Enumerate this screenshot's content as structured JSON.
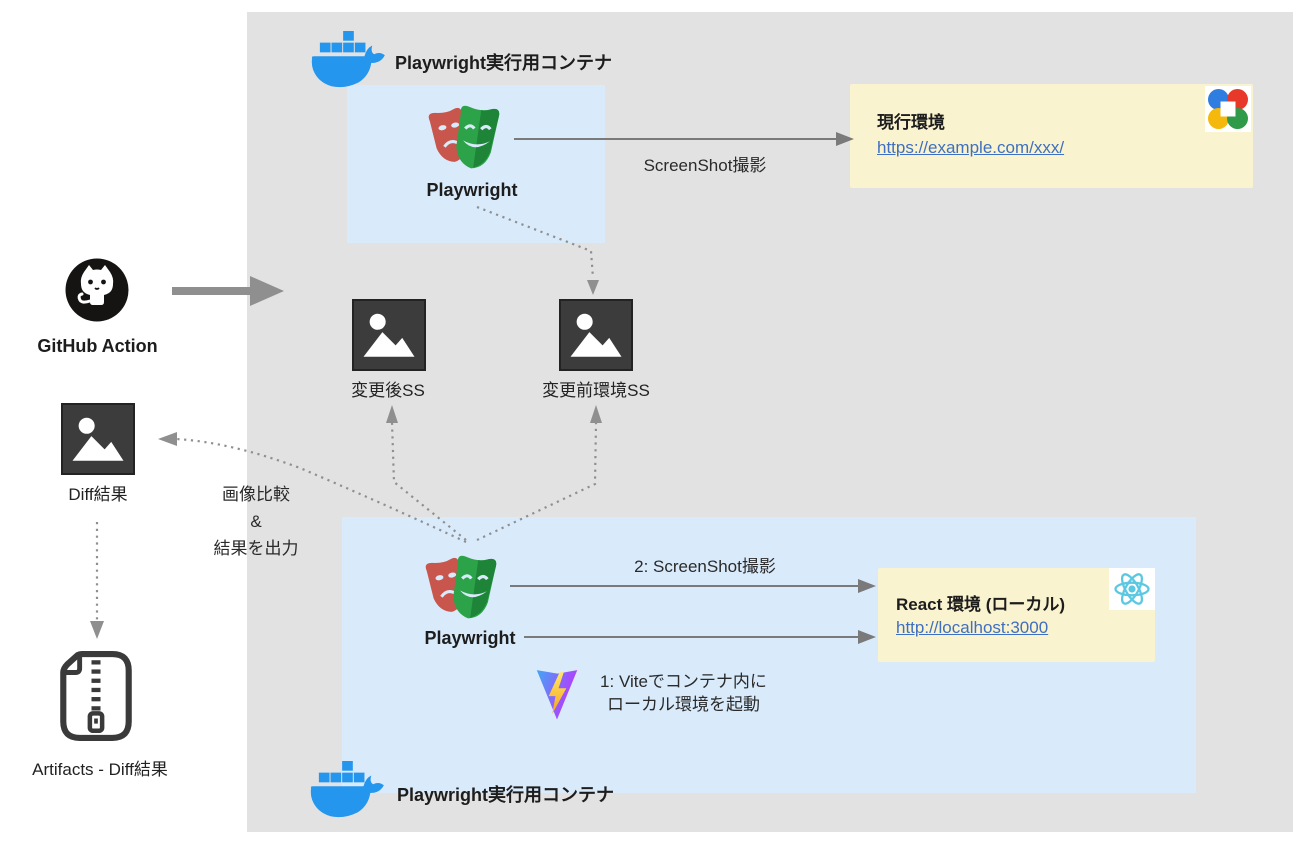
{
  "colors": {
    "canvasbg": "#e2e2e2",
    "containerbg": "#d9eafb",
    "envbg": "#faf3d0",
    "link": "#3e6fc1",
    "arrow": "#7a7a7a",
    "dotted": "#8f8f8f",
    "ink": "#1d1d1d",
    "docker_blue": "#2496ed",
    "react_cyan": "#5ac8e2",
    "mask_red": "#c9564d",
    "mask_green": "#2ca348"
  },
  "icons": {
    "docker": "docker-whale",
    "playwright": "theater-masks",
    "github": "octocat",
    "screenshot": "image-thumbnail",
    "artifacts": "zip-file",
    "vite": "vite-gradient-bolt",
    "react": "react-atom",
    "web": "four-color-app"
  },
  "top_container": {
    "title": "Playwright実行用コンテナ",
    "tool_label": "Playwright"
  },
  "bottom_container": {
    "title": "Playwright実行用コンテナ",
    "tool_label": "Playwright"
  },
  "prod_env": {
    "title": "現行環境",
    "url": "https://example.com/xxx/"
  },
  "react_env": {
    "title": "React 環境 (ローカル)",
    "url": "http://localhost:3000"
  },
  "github": {
    "label": "GitHub Action"
  },
  "flows": {
    "top_screenshot": "ScreenShot撮影",
    "bottom_screenshot": "2: ScreenShot撮影",
    "vite_line1": "1: Viteでコンテナ内に",
    "vite_line2": "ローカル環境を起動",
    "compare_line1": "画像比較",
    "compare_line2": "&",
    "compare_line3": "結果を出力"
  },
  "screenshots": {
    "after_label": "変更後SS",
    "before_label": "変更前環境SS",
    "diff_label": "Diff結果",
    "artifacts_label": "Artifacts - Diff結果"
  }
}
